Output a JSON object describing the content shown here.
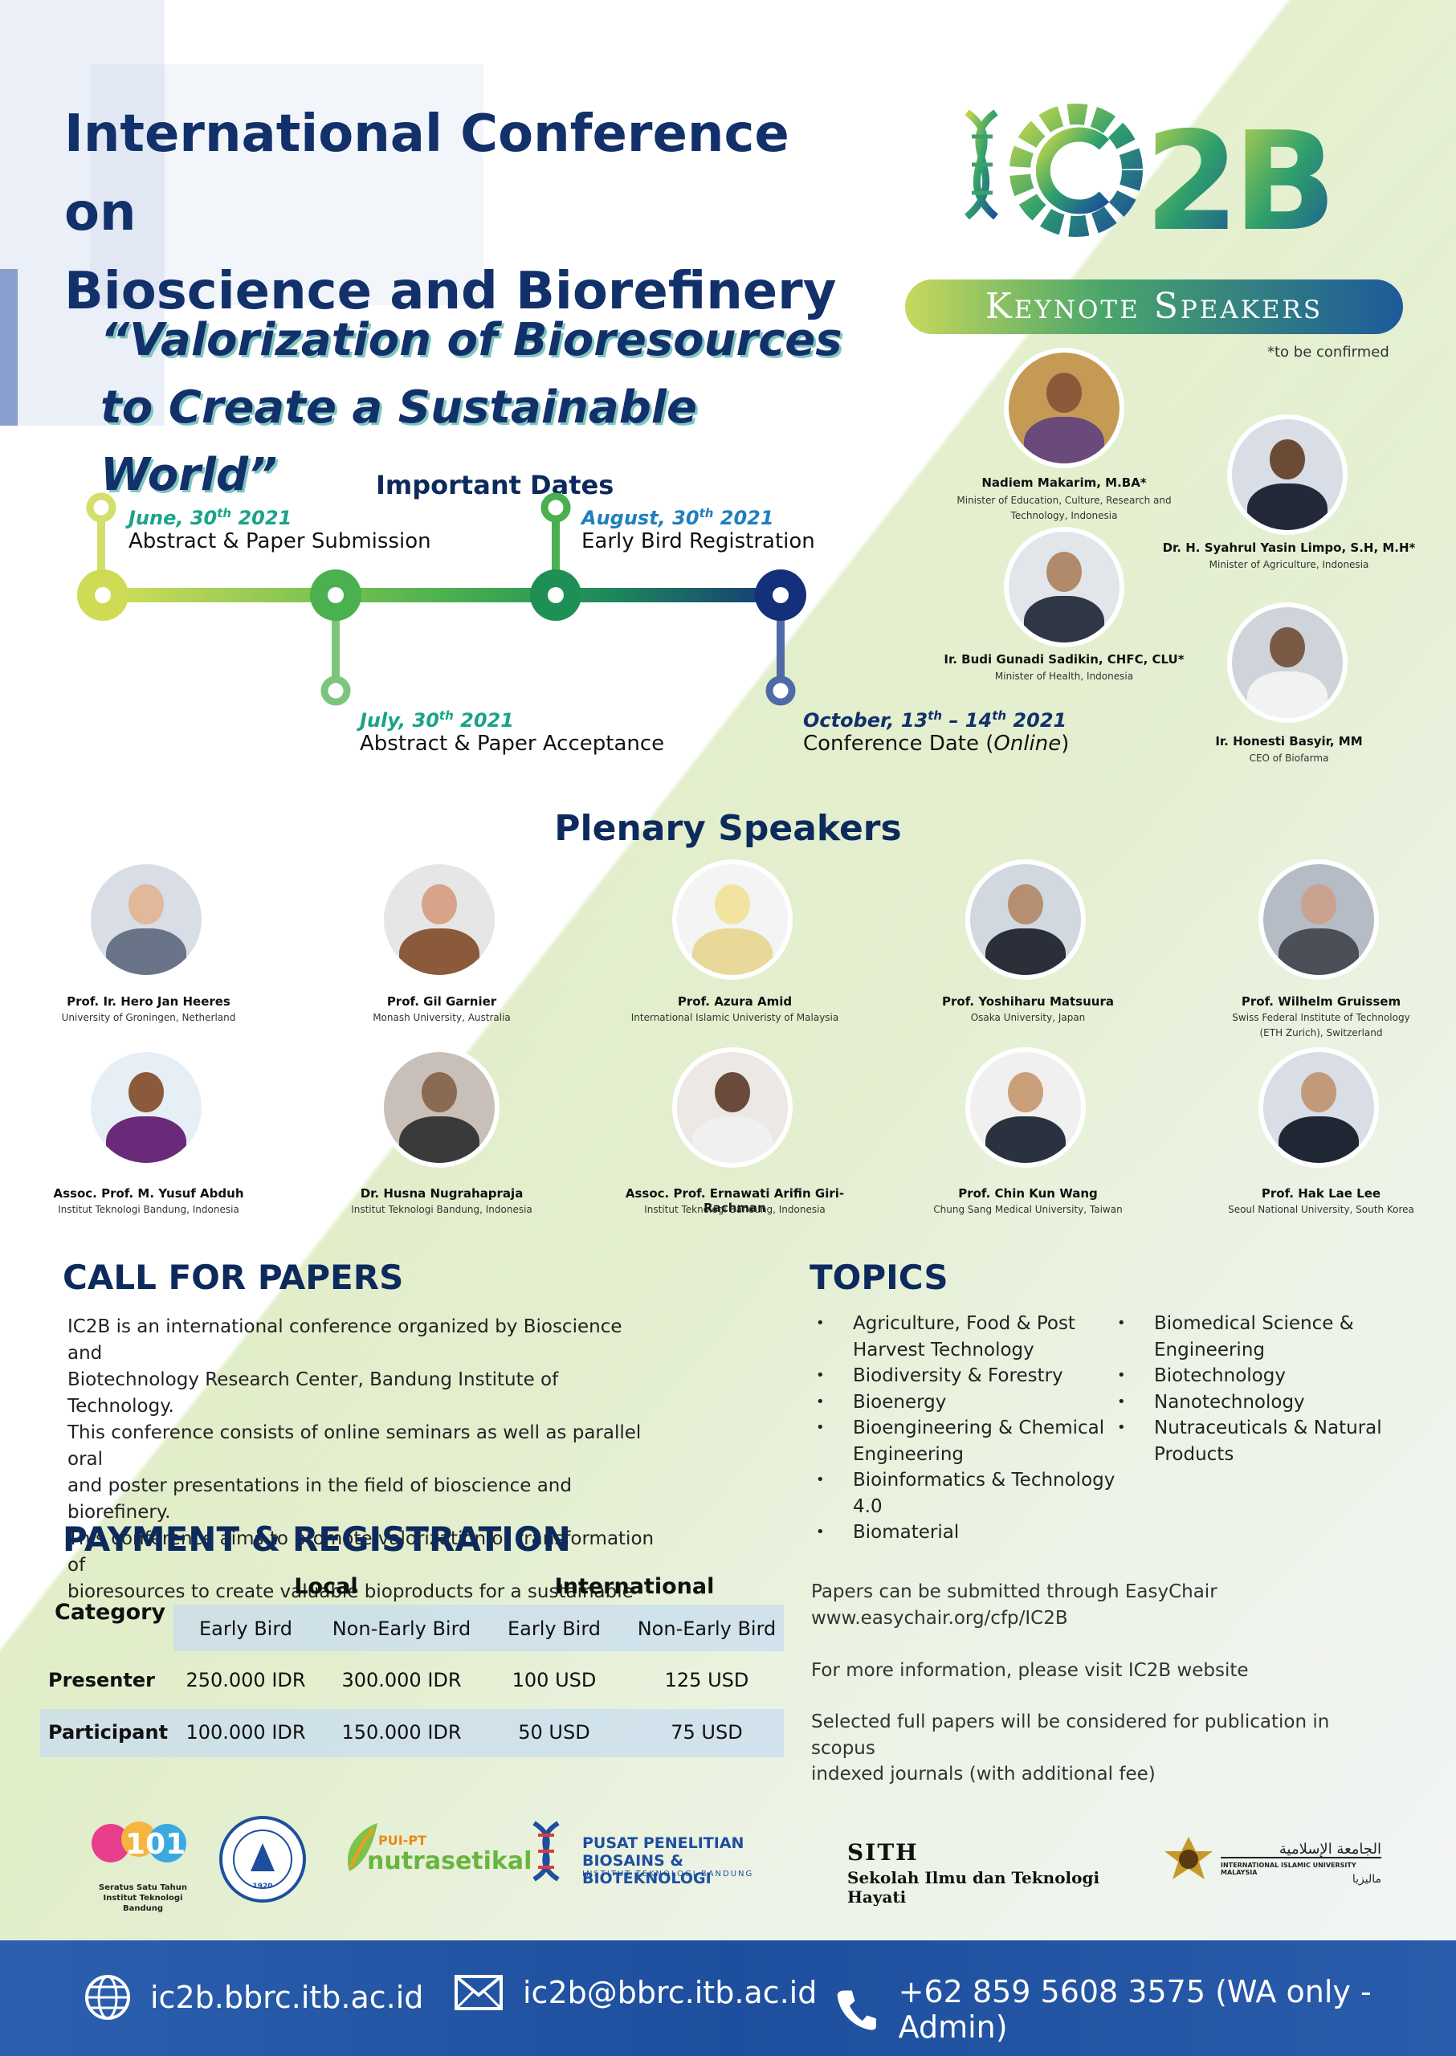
{
  "conference": {
    "title_line1": "International Conference on",
    "title_line2": "Bioscience and Biorefinery",
    "theme_line1": "“Valorization of Bioresources",
    "theme_line2": "to Create a Sustainable World”",
    "logo_text": "IC2B"
  },
  "important_dates": {
    "title": "Important Dates",
    "items": [
      {
        "date_pre": "June, 30",
        "sup": "th",
        "date_post": " 2021",
        "desc": "Abstract & Paper Submission"
      },
      {
        "date_pre": "July, 30",
        "sup": "th",
        "date_post": " 2021",
        "desc": "Abstract & Paper Acceptance"
      },
      {
        "date_pre": "August, 30",
        "sup": "th",
        "date_post": " 2021",
        "desc": "Early Bird Registration"
      },
      {
        "date_pre": "October, 13",
        "sup": "th",
        "date_mid": " – 14",
        "sup2": "th",
        "date_post": " 2021",
        "desc_main": "Conference Date (",
        "desc_italic": "Online",
        "desc_end": ")"
      }
    ]
  },
  "keynote": {
    "title": "Keynote Speakers",
    "note": "*to be confirmed",
    "speakers": [
      {
        "name": "Nadiem Makarim, M.BA*",
        "aff1": "Minister of Education, Culture, Research and",
        "aff2": "Technology, Indonesia"
      },
      {
        "name": "Dr. H. Syahrul Yasin Limpo, S.H, M.H*",
        "aff1": "Minister of Agriculture, Indonesia",
        "aff2": ""
      },
      {
        "name": "Ir. Budi Gunadi Sadikin, CHFC, CLU*",
        "aff1": "Minister of Health, Indonesia",
        "aff2": ""
      },
      {
        "name": "Ir. Honesti Basyir, MM",
        "aff1": "CEO of Biofarma",
        "aff2": ""
      }
    ]
  },
  "plenary": {
    "title": "Plenary Speakers",
    "speakers": [
      {
        "name": "Prof. Ir. Hero Jan Heeres",
        "aff1": "University of Groningen,  Netherland",
        "aff2": ""
      },
      {
        "name": "Prof. Gil Garnier",
        "aff1": "Monash University, Australia",
        "aff2": ""
      },
      {
        "name": "Prof. Azura Amid",
        "aff1": "International Islamic Univeristy of Malaysia",
        "aff2": ""
      },
      {
        "name": "Prof. Yoshiharu Matsuura",
        "aff1": "Osaka University, Japan",
        "aff2": ""
      },
      {
        "name": "Prof. Wilhelm Gruissem",
        "aff1": "Swiss Federal Institute of Technology",
        "aff2": "(ETH Zurich), Switzerland"
      },
      {
        "name": "Assoc. Prof. M. Yusuf Abduh",
        "aff1": "Institut Teknologi Bandung, Indonesia",
        "aff2": ""
      },
      {
        "name": "Dr. Husna Nugrahapraja",
        "aff1": "Institut Teknologi Bandung, Indonesia",
        "aff2": ""
      },
      {
        "name": "Assoc. Prof. Ernawati Arifin Giri-Rachman",
        "aff1": "Institut Teknologi Bandung, Indonesia",
        "aff2": ""
      },
      {
        "name": "Prof. Chin Kun Wang",
        "aff1": "Chung Sang Medical University, Taiwan",
        "aff2": ""
      },
      {
        "name": "Prof. Hak Lae Lee",
        "aff1": "Seoul National University, South Korea",
        "aff2": ""
      }
    ]
  },
  "call_for_papers": {
    "title": "CALL FOR PAPERS",
    "lines": [
      "IC2B is an international conference organized by Bioscience and",
      "Biotechnology Research Center, Bandung Institute of Technology.",
      "This conference consists of online seminars as well as parallel oral",
      "and poster presentations in the field of bioscience and biorefinery.",
      "This conference aims to promote valorization or transformation of",
      "bioresources to create valuable bioproducts for a sustainable"
    ]
  },
  "topics": {
    "title": "TOPICS",
    "col1": [
      [
        "Agriculture, Food & Post",
        "Harvest Technology"
      ],
      [
        "Biodiversity & Forestry"
      ],
      [
        "Bioenergy"
      ],
      [
        "Bioengineering & Chemical",
        "Engineering"
      ],
      [
        "Bioinformatics & Technology",
        "4.0"
      ],
      [
        "Biomaterial"
      ]
    ],
    "col2": [
      [
        "Biomedical Science &",
        "Engineering"
      ],
      [
        "Biotechnology"
      ],
      [
        "Nanotechnology"
      ],
      [
        "Nutraceuticals & Natural",
        "Products"
      ]
    ]
  },
  "payment": {
    "title": "PAYMENT & REGISTRATION",
    "category_label": "Category",
    "local_label": "Local",
    "international_label": "International",
    "col_headers": [
      "Early Bird",
      "Non-Early Bird",
      "Early Bird",
      "Non-Early Bird"
    ],
    "rows": [
      {
        "category": "Presenter",
        "values": [
          "250.000 IDR",
          "300.000 IDR",
          "100 USD",
          "125 USD"
        ]
      },
      {
        "category": "Participant",
        "values": [
          "100.000 IDR",
          "150.000 IDR",
          "50 USD",
          "75 USD"
        ]
      }
    ]
  },
  "info": {
    "easychair_line1": "Papers can be submitted through EasyChair",
    "easychair_line2": "www.easychair.org/cfp/IC2B",
    "website": "For more information, please visit IC2B website",
    "publication_line1": "Selected full papers will be considered for publication in scopus",
    "publication_line2": "indexed journals (with additional fee)"
  },
  "logos": {
    "itb100_line1": "Seratus Satu Tahun",
    "itb100_line2": "Institut Teknologi Bandung",
    "itb_seal_year": "1920",
    "pui_top": "PUI-PT",
    "pui_bottom": "nutrasetikal",
    "biosains_line1": "PUSAT PENELITIAN",
    "biosains_line2": "BIOSAINS & BIOTEKNOLOGI",
    "biosains_line3": "INSTITUT TEKNOLOGI BANDUNG",
    "sith_short": "SITH",
    "sith_full": "Sekolah Ilmu dan Teknologi Hayati",
    "iium_name": "INTERNATIONAL ISLAMIC UNIVERSITY MALAYSIA"
  },
  "footer": {
    "website": "ic2b.bbrc.itb.ac.id",
    "email": "ic2b@bbrc.itb.ac.id",
    "phone": "+62 859 5608 3575 (WA only - Admin)"
  },
  "colors": {
    "navy": "#12306a",
    "teal": "#1f7fbf",
    "footer": "#2456a6",
    "lime": "#c8d95c",
    "green": "#4aa56b"
  }
}
